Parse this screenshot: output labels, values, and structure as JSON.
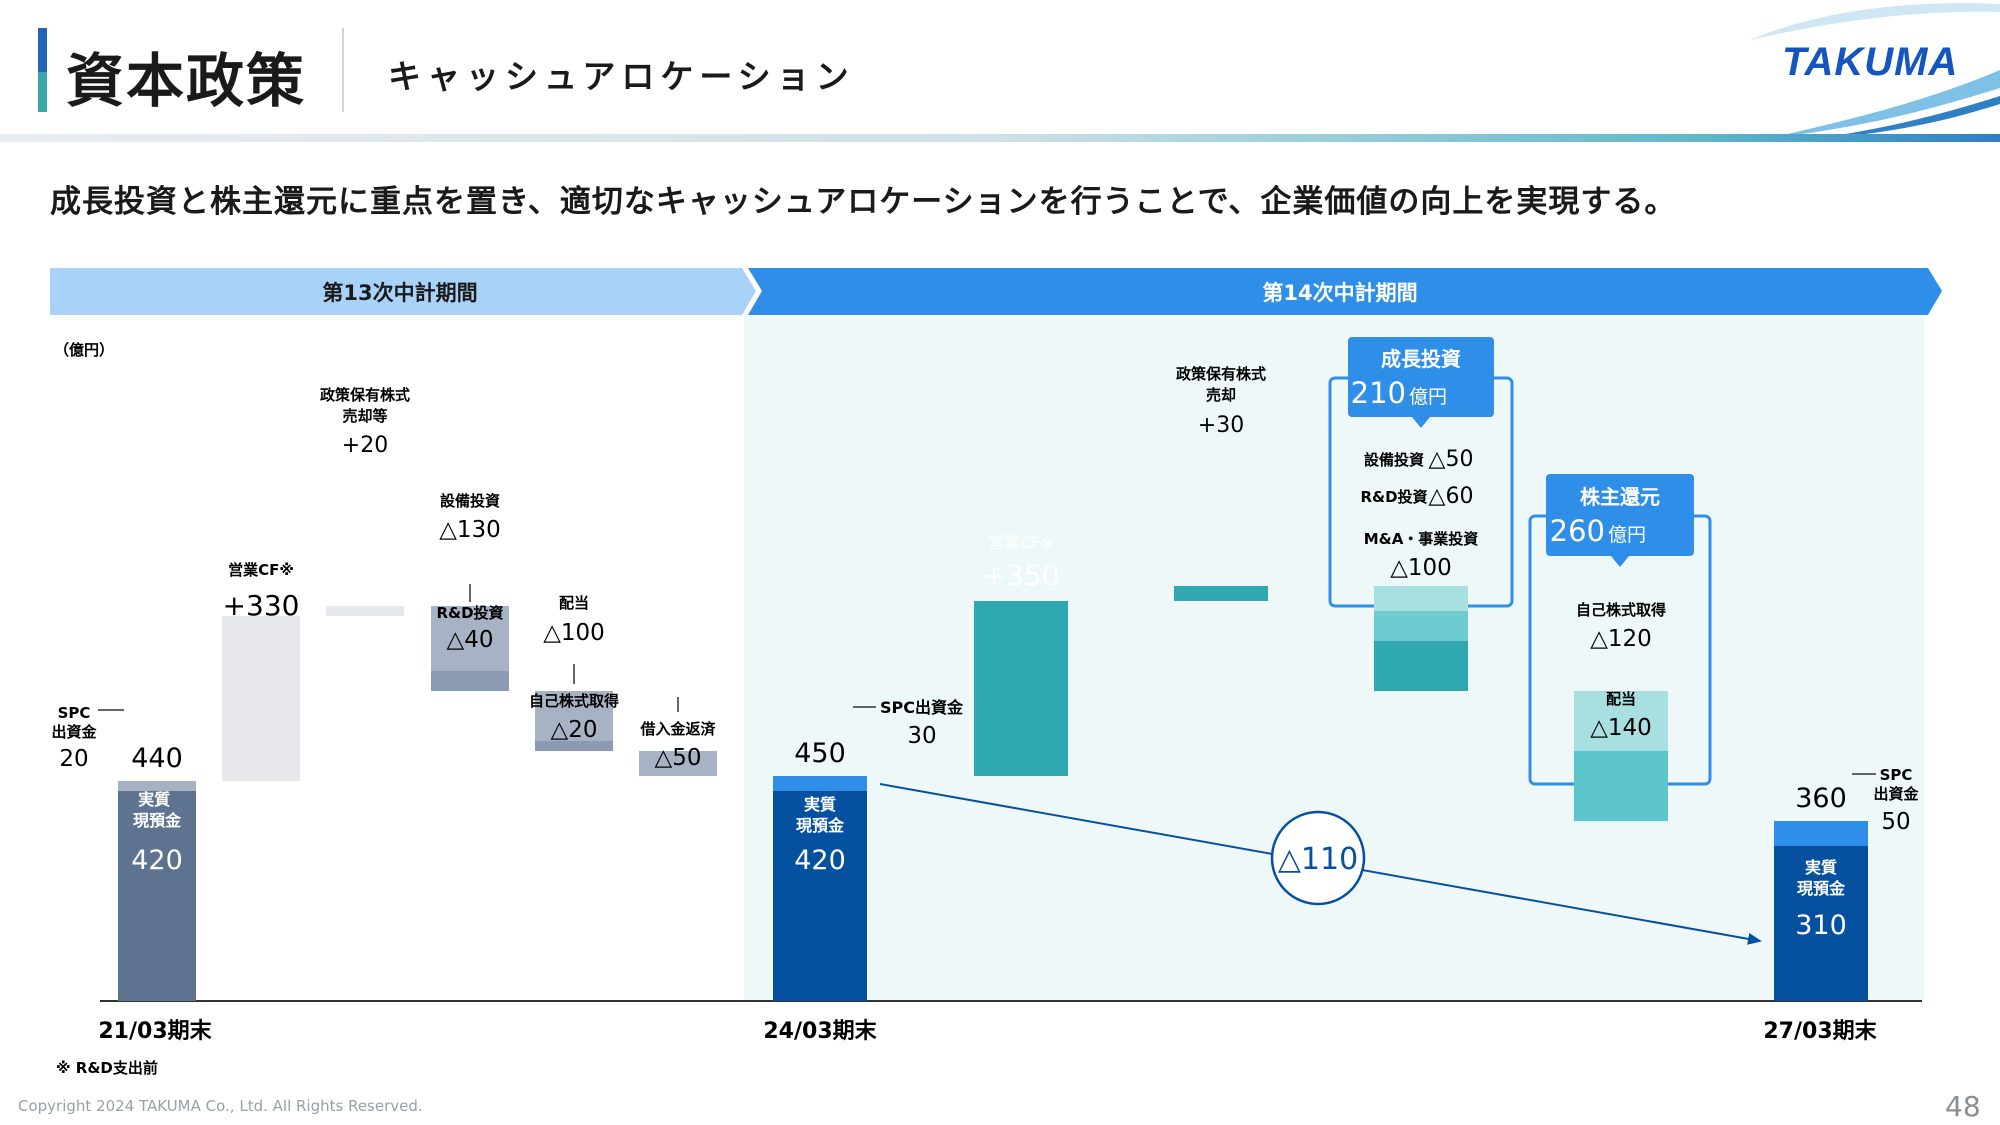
{
  "header": {
    "title": "資本政策",
    "subtitle": "キャッシュアロケーション",
    "logo": "TAKUMA"
  },
  "lead": "成長投資と株主還元に重点を置き、適切なキャッシュアロケーションを行うことで、企業価値の向上を実現する。",
  "footer": {
    "copyright": "Copyright 2024 TAKUMA Co., Ltd. All Rights Reserved.",
    "page_number": "48"
  },
  "colors": {
    "navy": "#05509f",
    "slate": "#5d7390",
    "teal": "#2fa8b0",
    "light_blue": "#2f8fe8",
    "gray": "#e6e8eb",
    "steel": "#a7b3c4",
    "panel": "#eef8f9"
  },
  "chart_data": {
    "type": "waterfall",
    "unit": "（億円）",
    "footnote": "※ R&D支出前",
    "periods": [
      {
        "label": "第13次中計期間"
      },
      {
        "label": "第14次中計期間"
      }
    ],
    "x_labels": [
      "21/03期末",
      "24/03期末",
      "27/03期末"
    ],
    "balances": [
      {
        "point": "21/03期末",
        "total": 440,
        "total_label": "440",
        "real_label": "実質\n現預金",
        "real": 420,
        "real_text": "420",
        "spc_label": "SPC\n出資金",
        "spc": 20,
        "spc_text": "20"
      },
      {
        "point": "24/03期末",
        "total": 450,
        "total_label": "450",
        "real_label": "実質\n現預金",
        "real": 420,
        "real_text": "420",
        "spc_label": "SPC出資金",
        "spc": 30,
        "spc_text": "30"
      },
      {
        "point": "27/03期末",
        "total": 360,
        "total_label": "360",
        "real_label": "実質\n現預金",
        "real": 310,
        "real_text": "310",
        "spc_label": "SPC\n出資金",
        "spc": 50,
        "spc_text": "50"
      }
    ],
    "period13_flows": [
      {
        "label": "営業CF※",
        "value": 330,
        "text": "+330"
      },
      {
        "label": "政策保有株式\n売却等",
        "value": 20,
        "text": "+20"
      },
      {
        "label": "設備投資",
        "value": -130,
        "text": "△130"
      },
      {
        "label": "R&D投資",
        "value": -40,
        "text": "△40"
      },
      {
        "label": "配当",
        "value": -100,
        "text": "△100"
      },
      {
        "label": "自己株式取得",
        "value": -20,
        "text": "△20"
      },
      {
        "label": "借入金返済",
        "value": -50,
        "text": "△50"
      }
    ],
    "period14_flows": [
      {
        "label": "営業CF※",
        "value": 350,
        "text": "+350"
      },
      {
        "label": "政策保有株式\n売却",
        "value": 30,
        "text": "+30"
      }
    ],
    "growth_investment": {
      "title": "成長投資",
      "total": 210,
      "total_text": "210",
      "unit": "億円",
      "items": [
        {
          "label": "設備投資",
          "value": -50,
          "text": "△50"
        },
        {
          "label": "R&D投資",
          "value": -60,
          "text": "△60"
        },
        {
          "label": "M&A・事業投資",
          "value": -100,
          "text": "△100"
        }
      ]
    },
    "shareholder_return": {
      "title": "株主還元",
      "total": 260,
      "total_text": "260",
      "unit": "億円",
      "items": [
        {
          "label": "自己株式取得",
          "value": -120,
          "text": "△120"
        },
        {
          "label": "配当",
          "value": -140,
          "text": "△140"
        }
      ]
    },
    "real_cash_change": {
      "value": -110,
      "text": "△110"
    }
  }
}
